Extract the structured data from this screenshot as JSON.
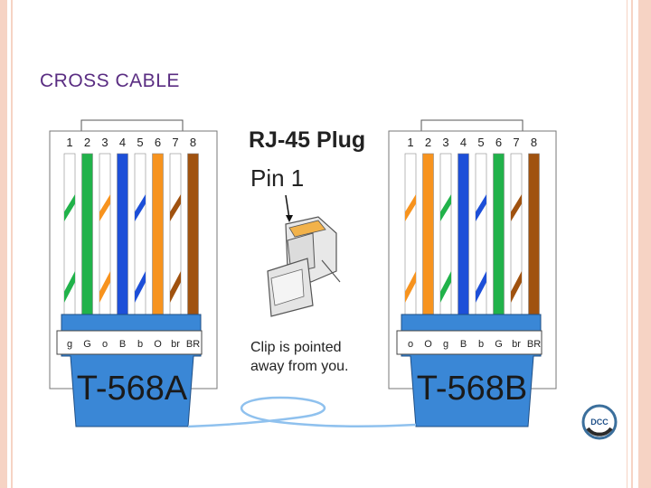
{
  "title": "CROSS CABLE",
  "plug": {
    "heading": "RJ-45 Plug",
    "pin1": "Pin 1",
    "clip_line1": "Clip is pointed",
    "clip_line2": "away from you."
  },
  "left_connector": {
    "name": "T-568A",
    "pin_numbers": [
      "1",
      "2",
      "3",
      "4",
      "5",
      "6",
      "7",
      "8"
    ],
    "wire_codes": [
      "g",
      "G",
      "o",
      "B",
      "b",
      "O",
      "br",
      "BR"
    ],
    "wires": [
      {
        "base": "#ffffff",
        "stripe": "#21b24a"
      },
      {
        "base": "#21b24a",
        "stripe": null
      },
      {
        "base": "#ffffff",
        "stripe": "#f7931e"
      },
      {
        "base": "#1d4fd8",
        "stripe": null
      },
      {
        "base": "#ffffff",
        "stripe": "#1d4fd8"
      },
      {
        "base": "#f7931e",
        "stripe": null
      },
      {
        "base": "#ffffff",
        "stripe": "#a0520f"
      },
      {
        "base": "#a0520f",
        "stripe": null
      }
    ]
  },
  "right_connector": {
    "name": "T-568B",
    "pin_numbers": [
      "1",
      "2",
      "3",
      "4",
      "5",
      "6",
      "7",
      "8"
    ],
    "wire_codes": [
      "o",
      "O",
      "g",
      "B",
      "b",
      "G",
      "br",
      "BR"
    ],
    "wires": [
      {
        "base": "#ffffff",
        "stripe": "#f7931e"
      },
      {
        "base": "#f7931e",
        "stripe": null
      },
      {
        "base": "#ffffff",
        "stripe": "#21b24a"
      },
      {
        "base": "#1d4fd8",
        "stripe": null
      },
      {
        "base": "#ffffff",
        "stripe": "#1d4fd8"
      },
      {
        "base": "#21b24a",
        "stripe": null
      },
      {
        "base": "#ffffff",
        "stripe": "#a0520f"
      },
      {
        "base": "#a0520f",
        "stripe": null
      }
    ]
  },
  "logo_text": "DCC",
  "colors": {
    "title": "#5a2d82",
    "jacket": "#3a87d6",
    "frame": "#f6d3c4"
  }
}
